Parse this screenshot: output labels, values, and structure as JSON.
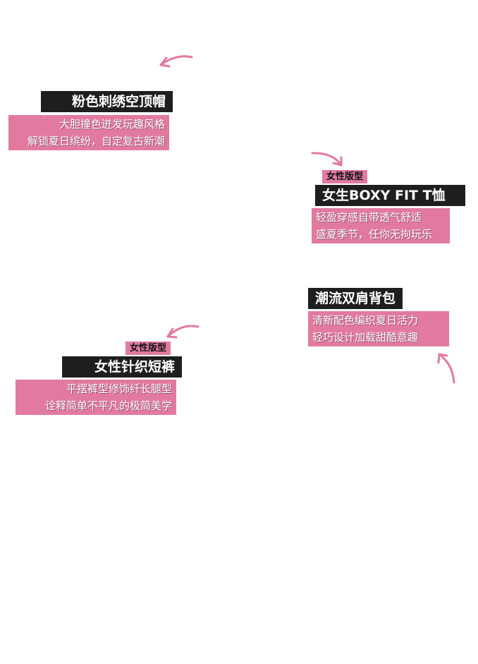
{
  "colors": {
    "pink": "#e27aa0",
    "tape": "#1e1e1e"
  },
  "items": [
    {
      "title": "粉色刺绣空顶帽",
      "lines": [
        "大胆撞色迸发玩趣风格",
        "解锁夏日缤纷，自定复古新潮"
      ]
    },
    {
      "tag": "女性版型",
      "title": "女生BOXY FIT T恤",
      "lines": [
        "轻盈穿感自带透气舒适",
        "盛夏季节，任你无拘玩乐"
      ]
    },
    {
      "title": "潮流双肩背包",
      "lines": [
        "清新配色编织夏日活力",
        "轻巧设计加载甜酷意趣"
      ]
    },
    {
      "tag": "女性版型",
      "title": "女性针织短裤",
      "lines": [
        "平摆裤型修饰纤长腿型",
        "诠释简单不平凡的极简美学"
      ]
    }
  ]
}
